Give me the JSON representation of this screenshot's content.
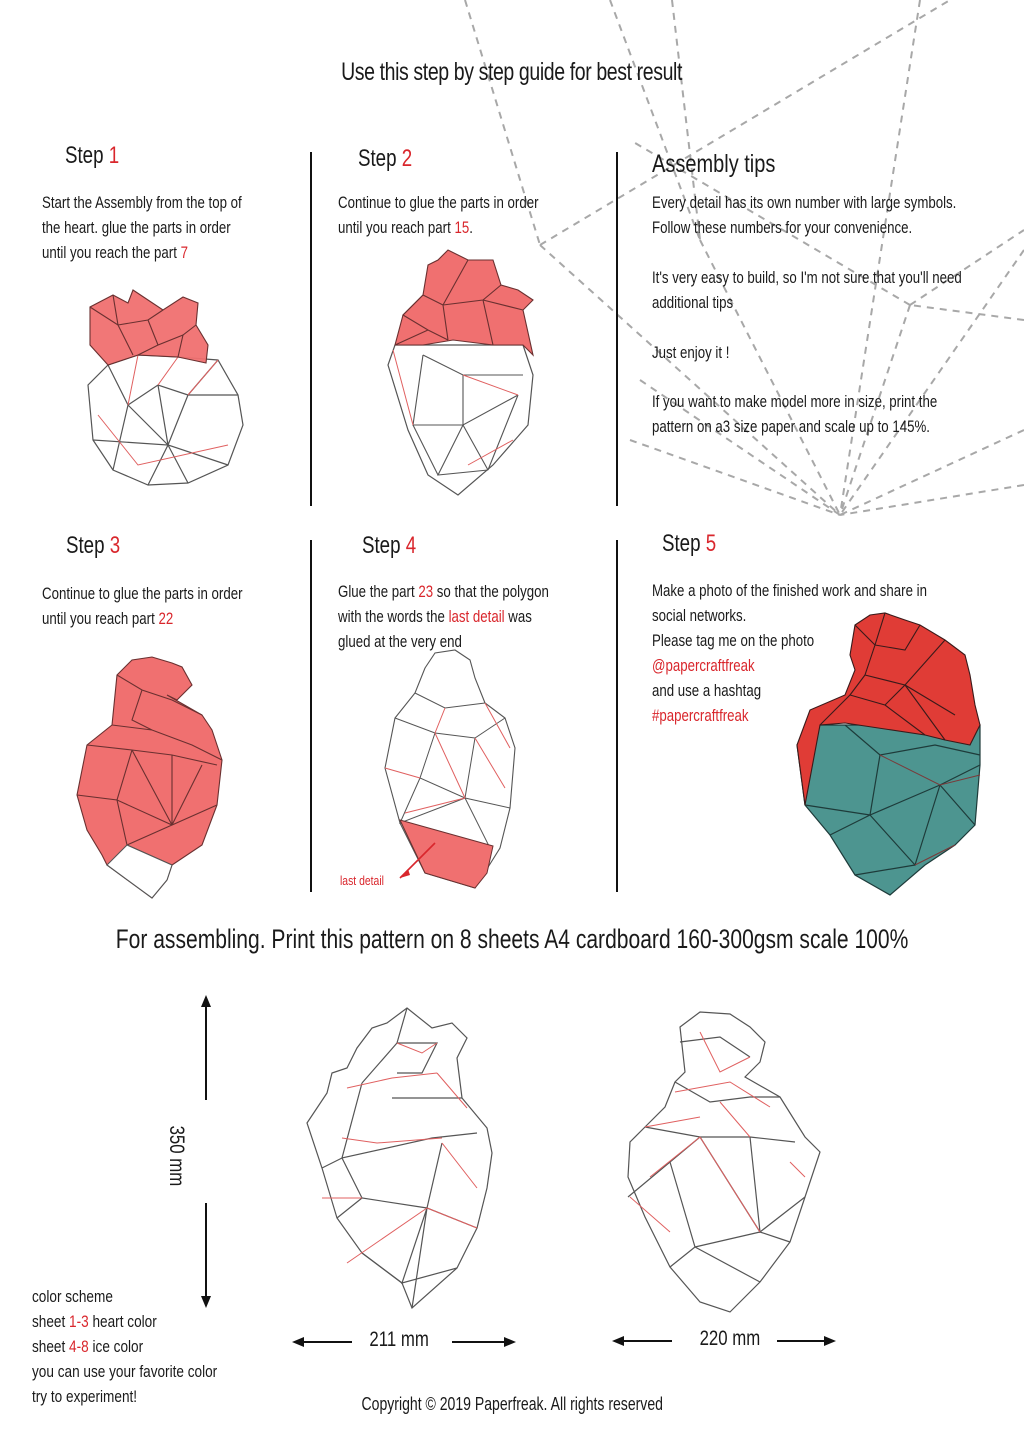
{
  "header": {
    "title": "Use this step by step guide for best result"
  },
  "colors": {
    "accent_red": "#d9262c",
    "heart_fill": "#f07070",
    "heart_fill_dark": "#e65b5b",
    "finished_red": "#e03c36",
    "ice_teal": "#4d9590",
    "outline": "#555555",
    "seam_red": "#e06060",
    "dash_gray": "#a8a8a8"
  },
  "steps": [
    {
      "label": "Step",
      "number": "1",
      "lines": [
        {
          "text": "Start the Assembly from the top of"
        },
        {
          "text": "the heart. glue the parts in order"
        },
        {
          "text": "until you reach the part ",
          "highlight": "7"
        }
      ]
    },
    {
      "label": "Step",
      "number": "2",
      "lines": [
        {
          "text": "Continue to glue the parts in order"
        },
        {
          "text": "until you reach part ",
          "highlight": "15",
          "after": "."
        }
      ]
    },
    {
      "label": "Step",
      "number": "3",
      "lines": [
        {
          "text": "Continue to glue the parts in order"
        },
        {
          "text": "until you reach part ",
          "highlight": "22"
        }
      ]
    },
    {
      "label": "Step",
      "number": "4",
      "lines": [
        {
          "text": "Glue the part ",
          "highlight": "23",
          "after": " so that the polygon"
        },
        {
          "text": "with the words the ",
          "highlight": "last detail",
          "after": " was"
        },
        {
          "text": "glued at the very end"
        }
      ],
      "annotation": "last detail"
    },
    {
      "label": "Step",
      "number": "5",
      "lines": [
        {
          "text": "Make a photo of the finished work and share in"
        },
        {
          "text": "social networks."
        },
        {
          "text": "Please tag me on the photo"
        },
        {
          "text": "",
          "highlight": "@papercraftfreak"
        },
        {
          "text": "and use a hashtag"
        },
        {
          "text": "",
          "highlight": "#papercraftfreak"
        }
      ]
    }
  ],
  "tips": {
    "title": "Assembly tips",
    "paragraphs": [
      [
        "Every detail has its own number with large symbols.",
        "Follow these numbers for your convenience."
      ],
      [
        "It's very easy to build, so I'm not sure that you'll need",
        "additional tips"
      ],
      [
        "Just enjoy it !"
      ],
      [
        "If you want to make model more in size, print the",
        "pattern on a3 size paper and scale up to 145%."
      ]
    ]
  },
  "print_info": {
    "title": "For assembling. Print this pattern on 8 sheets A4 cardboard 160-300gsm scale 100%",
    "height_dim": "350 mm",
    "width_front": "211 mm",
    "width_back": "220 mm"
  },
  "color_scheme": {
    "lines": [
      {
        "text": "color  scheme"
      },
      {
        "text": "sheet  ",
        "highlight": "1-3",
        "after": " heart color"
      },
      {
        "text": "sheet ",
        "highlight": "4-8",
        "after": " ice color"
      },
      {
        "text": "you can use your favorite color"
      },
      {
        "text": "try to experiment!"
      }
    ]
  },
  "footer": {
    "copyright": "Copyright © 2019 Paperfreak. All rights reserved"
  }
}
